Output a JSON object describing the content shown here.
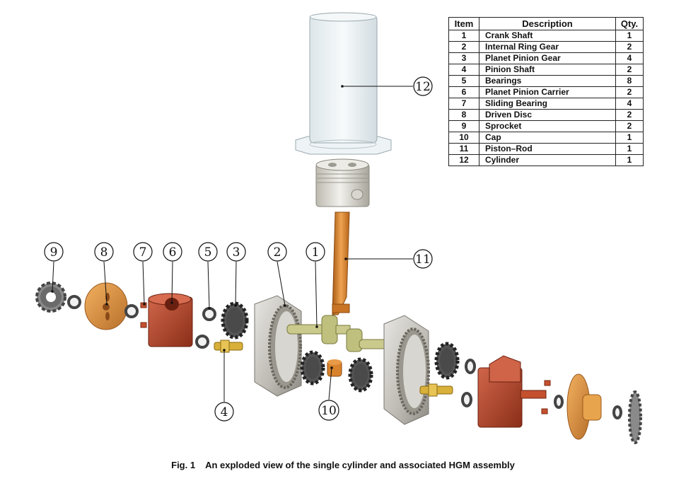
{
  "table": {
    "headers": {
      "item": "Item",
      "description": "Description",
      "qty": "Qty."
    },
    "rows": [
      {
        "item": "1",
        "description": "Crank Shaft",
        "qty": "1"
      },
      {
        "item": "2",
        "description": "Internal Ring Gear",
        "qty": "2"
      },
      {
        "item": "3",
        "description": "Planet Pinion Gear",
        "qty": "4"
      },
      {
        "item": "4",
        "description": "Pinion Shaft",
        "qty": "2"
      },
      {
        "item": "5",
        "description": "Bearings",
        "qty": "8"
      },
      {
        "item": "6",
        "description": "Planet Pinion Carrier",
        "qty": "2"
      },
      {
        "item": "7",
        "description": "Sliding Bearing",
        "qty": "4"
      },
      {
        "item": "8",
        "description": "Driven Disc",
        "qty": "2"
      },
      {
        "item": "9",
        "description": "Sprocket",
        "qty": "2"
      },
      {
        "item": "10",
        "description": "Cap",
        "qty": "1"
      },
      {
        "item": "11",
        "description": "Piston–Rod",
        "qty": "1"
      },
      {
        "item": "12",
        "description": "Cylinder",
        "qty": "1"
      }
    ]
  },
  "callouts": {
    "c1": "1",
    "c2": "2",
    "c3": "3",
    "c4": "4",
    "c5": "5",
    "c6": "6",
    "c7": "7",
    "c8": "8",
    "c9": "9",
    "c10": "10",
    "c11": "11",
    "c12": "12"
  },
  "caption": {
    "fig_label": "Fig. 1",
    "text": "An exploded view of the single cylinder and associated HGM assembly"
  },
  "colors": {
    "copper": "#b84a2c",
    "bronze": "#d8913c",
    "brass": "#d4b040",
    "steel": "#c9c6c0",
    "gear_dark": "#3a3a3a",
    "piston": "#e4e2da",
    "rod": "#d8842c",
    "crank": "#c8c98a"
  }
}
